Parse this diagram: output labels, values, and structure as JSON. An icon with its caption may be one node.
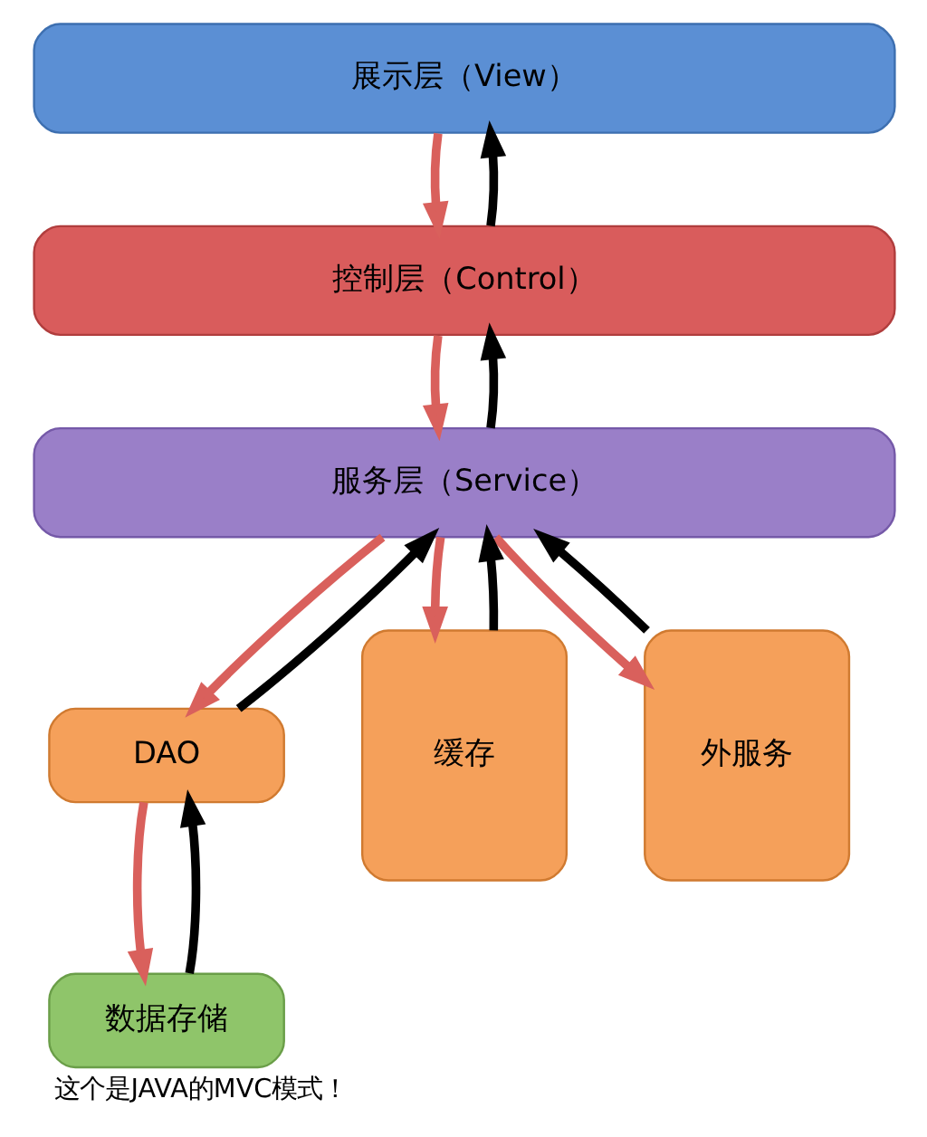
{
  "diagram": {
    "caption": "这个是JAVA的MVC模式！",
    "nodes": [
      {
        "text": [
          "展示层（View）"
        ]
      },
      {
        "text": [
          "控制层（Control）"
        ]
      },
      {
        "text": [
          "服务层（Service）"
        ]
      },
      {
        "text": [
          "DAO"
        ]
      },
      {
        "text": [
          "缓存"
        ]
      },
      {
        "text": [
          "外服务"
        ]
      },
      {
        "text": [
          "数据存储"
        ]
      }
    ],
    "edges": [
      {
        "from": 1,
        "to": 0,
        "arrow": "to",
        "color": "#000000"
      },
      {
        "from": 0,
        "to": 1,
        "arrow": "to",
        "color": "#d9605c"
      },
      {
        "from": 2,
        "to": 1,
        "arrow": "to",
        "color": "#000000"
      },
      {
        "from": 1,
        "to": 2,
        "arrow": "to",
        "color": "#d9605c"
      },
      {
        "from": 2,
        "to": 3,
        "arrow": "to",
        "color": "#d9605c"
      },
      {
        "from": 3,
        "to": 2,
        "arrow": "to",
        "color": "#000000"
      },
      {
        "from": 4,
        "to": 2,
        "arrow": "to",
        "color": "#000000"
      },
      {
        "from": 2,
        "to": 4,
        "arrow": "to",
        "color": "#d9605c"
      },
      {
        "from": 2,
        "to": 5,
        "arrow": "to",
        "color": "#d9605c"
      },
      {
        "from": 5,
        "to": 2,
        "arrow": "to",
        "color": "#000000"
      },
      {
        "from": 3,
        "to": 6,
        "arrow": "to",
        "color": "#d9605c"
      },
      {
        "from": 6,
        "to": 3,
        "arrow": "to",
        "color": "#000000"
      }
    ]
  }
}
